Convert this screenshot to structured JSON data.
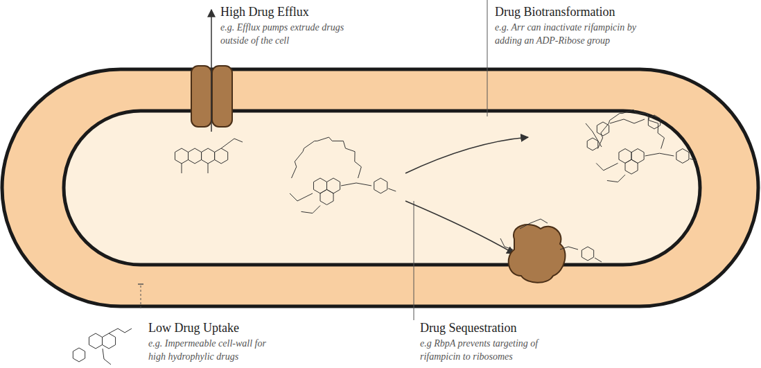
{
  "diagram": {
    "labels": [
      "High Drug Efflux",
      "e.g. Efflux pumps extrude drugs outside of the cell",
      "Drug Biotransformation",
      "e.g. Arr can inactivate rifampicin by adding an ADP-Ribose group",
      "Low Drug Uptake",
      "e.g. Impermeable cell-wall for high hydrophylic drugs",
      "Drug Sequestration",
      "e.g RbpA prevents targeting of rifampicin to ribosomes"
    ]
  }
}
